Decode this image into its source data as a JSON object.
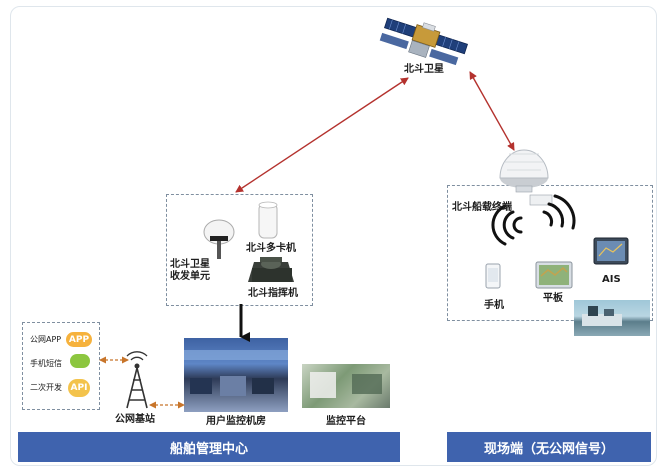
{
  "nodes": {
    "satellite": "北斗卫星",
    "ship_terminal": "北斗船载终端",
    "sat_unit_line1": "北斗卫星",
    "sat_unit_line2": "收发单元",
    "multi_card": "北斗多卡机",
    "command": "北斗指挥机",
    "public_station": "公网基站",
    "user_room": "用户监控机房",
    "monitor_platform": "监控平台",
    "phone": "手机",
    "tablet": "平板",
    "ais": "AIS"
  },
  "channels": {
    "app": {
      "label": "公网APP",
      "badge": "APP"
    },
    "sms": {
      "label": "手机短信",
      "badge": ""
    },
    "dev": {
      "label": "二次开发",
      "badge": "API"
    }
  },
  "banners": {
    "left": "船舶管理中心",
    "right": "现场端（无公网信号）"
  },
  "colors": {
    "banner": "#3f63ae",
    "link_arrow": "#b4322e",
    "channel_arrow": "#c8752a",
    "dashed_border": "#7f8fa0"
  }
}
